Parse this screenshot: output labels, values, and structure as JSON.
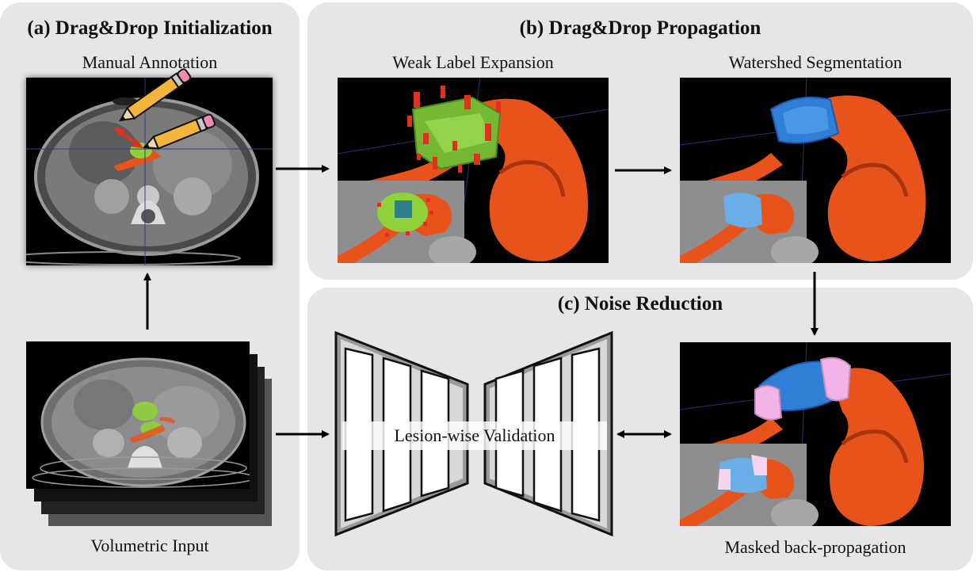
{
  "panel_a": {
    "title": "(a) Drag&Drop Initialization",
    "manual_caption": "Manual Annotation",
    "volumetric_caption": "Volumetric Input"
  },
  "panel_b": {
    "title": "(b) Drag&Drop Propagation",
    "weak_caption": "Weak Label Expansion",
    "watershed_caption": "Watershed Segmentation"
  },
  "panel_c": {
    "title": "(c) Noise Reduction",
    "validation_label": "Lesion-wise Validation",
    "masked_caption": "Masked back-propagation"
  },
  "colors": {
    "panel_bg": "#e6e6e6",
    "organ_orange": "#e8531c",
    "lesion_green": "#8fd13a",
    "lesion_blue": "#2f7fd6",
    "false_positive_pink": "#f2b3e6",
    "seed_red": "#e0301e"
  },
  "icons": {
    "pencil": "pencil-icon",
    "drag_arrow": "double-arrow-icon"
  }
}
